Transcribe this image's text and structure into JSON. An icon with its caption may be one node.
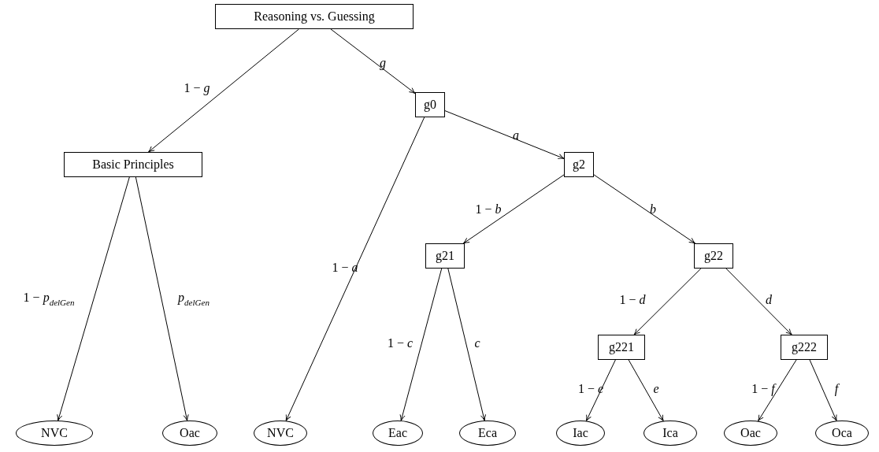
{
  "diagram": {
    "nodes": [
      {
        "text": [
          "Reasoning vs. Guessing"
        ]
      },
      {
        "text": [
          "Basic Principles"
        ]
      },
      {
        "text": [
          "g0"
        ]
      },
      {
        "text": [
          "g2"
        ]
      },
      {
        "text": [
          "g21"
        ]
      },
      {
        "text": [
          "g22"
        ]
      },
      {
        "text": [
          "g221"
        ]
      },
      {
        "text": [
          "g222"
        ]
      },
      {
        "text": [
          "NVC"
        ]
      },
      {
        "text": [
          "Oac"
        ]
      },
      {
        "text": [
          "NVC"
        ]
      },
      {
        "text": [
          "Eac"
        ]
      },
      {
        "text": [
          "Eca"
        ]
      },
      {
        "text": [
          "Iac"
        ]
      },
      {
        "text": [
          "Ica"
        ]
      },
      {
        "text": [
          "Oac"
        ]
      },
      {
        "text": [
          "Oca"
        ]
      }
    ],
    "edges": [
      {
        "from": 0,
        "to": 1,
        "arrow": "to",
        "label": "1 − *g*"
      },
      {
        "from": 0,
        "to": 2,
        "arrow": "to",
        "label": "*g*"
      },
      {
        "from": 1,
        "to": 8,
        "arrow": "to",
        "label": "1 − *p*$_{delGen}$"
      },
      {
        "from": 1,
        "to": 9,
        "arrow": "to",
        "label": "*p*$_{delGen}$"
      },
      {
        "from": 2,
        "to": 3,
        "arrow": "to",
        "label": "*a*"
      },
      {
        "from": 2,
        "to": 10,
        "arrow": "to",
        "label": "1 − *a*"
      },
      {
        "from": 3,
        "to": 4,
        "arrow": "to",
        "label": "1 − *b*"
      },
      {
        "from": 3,
        "to": 5,
        "arrow": "to",
        "label": "*b*"
      },
      {
        "from": 4,
        "to": 11,
        "arrow": "to",
        "label": "1 − *c*"
      },
      {
        "from": 4,
        "to": 12,
        "arrow": "to",
        "label": "*c*"
      },
      {
        "from": 5,
        "to": 6,
        "arrow": "to",
        "label": "1 − *d*"
      },
      {
        "from": 5,
        "to": 7,
        "arrow": "to",
        "label": "*d*"
      },
      {
        "from": 6,
        "to": 13,
        "arrow": "to",
        "label": "1 − *e*"
      },
      {
        "from": 6,
        "to": 14,
        "arrow": "to",
        "label": "*e*"
      },
      {
        "from": 7,
        "to": 15,
        "arrow": "to",
        "label": "1 − *f*"
      },
      {
        "from": 7,
        "to": 16,
        "arrow": "to",
        "label": "*f*"
      }
    ]
  }
}
